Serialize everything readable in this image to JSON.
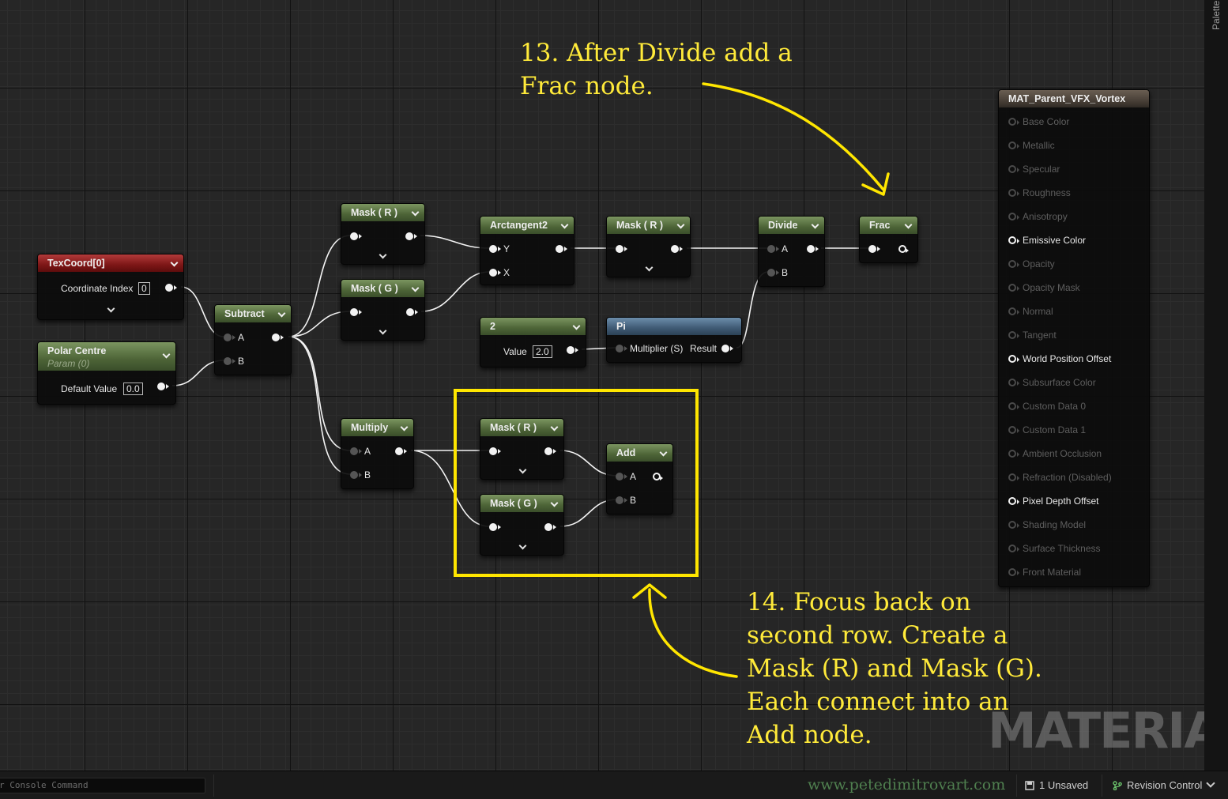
{
  "annotations": {
    "step13": [
      "13. After Divide add a",
      "Frac node."
    ],
    "step14": [
      "14. Focus back on",
      "second row. Create a",
      "Mask (R) and Mask (G).",
      "Each connect into an",
      "Add node."
    ]
  },
  "watermark": "MATERIAL",
  "palette_tab": "Palette",
  "nodes": {
    "texcoord": {
      "title": "TexCoord[0]",
      "param_label": "Coordinate Index",
      "param_value": "0"
    },
    "polar_centre": {
      "title": "Polar Centre",
      "subtitle": "Param (0)",
      "param_label": "Default Value",
      "param_value": "0.0"
    },
    "subtract": {
      "title": "Subtract",
      "a": "A",
      "b": "B"
    },
    "mask_r_top": {
      "title": "Mask ( R )"
    },
    "mask_g_top": {
      "title": "Mask ( G )"
    },
    "arctangent2": {
      "title": "Arctangent2",
      "y": "Y",
      "x": "X"
    },
    "mask_r_mid": {
      "title": "Mask ( R )"
    },
    "divide": {
      "title": "Divide",
      "a": "A",
      "b": "B"
    },
    "frac": {
      "title": "Frac"
    },
    "constant_2": {
      "title": "2",
      "param_label": "Value",
      "param_value": "2.0"
    },
    "pi": {
      "title": "Pi",
      "multiplier": "Multiplier (S)",
      "result": "Result"
    },
    "multiply": {
      "title": "Multiply",
      "a": "A",
      "b": "B"
    },
    "mask_r_bottom": {
      "title": "Mask ( R )"
    },
    "mask_g_bottom": {
      "title": "Mask ( G )"
    },
    "add": {
      "title": "Add",
      "a": "A",
      "b": "B"
    }
  },
  "material_output": {
    "title": "MAT_Parent_VFX_Vortex",
    "pins": [
      {
        "label": "Base Color",
        "active": false
      },
      {
        "label": "Metallic",
        "active": false
      },
      {
        "label": "Specular",
        "active": false
      },
      {
        "label": "Roughness",
        "active": false
      },
      {
        "label": "Anisotropy",
        "active": false
      },
      {
        "label": "Emissive Color",
        "active": true
      },
      {
        "label": "Opacity",
        "active": false
      },
      {
        "label": "Opacity Mask",
        "active": false
      },
      {
        "label": "Normal",
        "active": false
      },
      {
        "label": "Tangent",
        "active": false
      },
      {
        "label": "World Position Offset",
        "active": true
      },
      {
        "label": "Subsurface Color",
        "active": false
      },
      {
        "label": "Custom Data 0",
        "active": false
      },
      {
        "label": "Custom Data 1",
        "active": false
      },
      {
        "label": "Ambient Occlusion",
        "active": false
      },
      {
        "label": "Refraction (Disabled)",
        "active": false
      },
      {
        "label": "Pixel Depth Offset",
        "active": true
      },
      {
        "label": "Shading Model",
        "active": false
      },
      {
        "label": "Surface Thickness",
        "active": false
      },
      {
        "label": "Front Material",
        "active": false
      }
    ]
  },
  "bottom_bar": {
    "console_placeholder": "r Console Command",
    "website": "www.petedimitrovart.com",
    "unsaved": "1 Unsaved",
    "revision_control": "Revision Control"
  },
  "colors": {
    "annotation": "#ffea3a",
    "highlight_box": "#ffe600",
    "wire": "#ffffff"
  }
}
